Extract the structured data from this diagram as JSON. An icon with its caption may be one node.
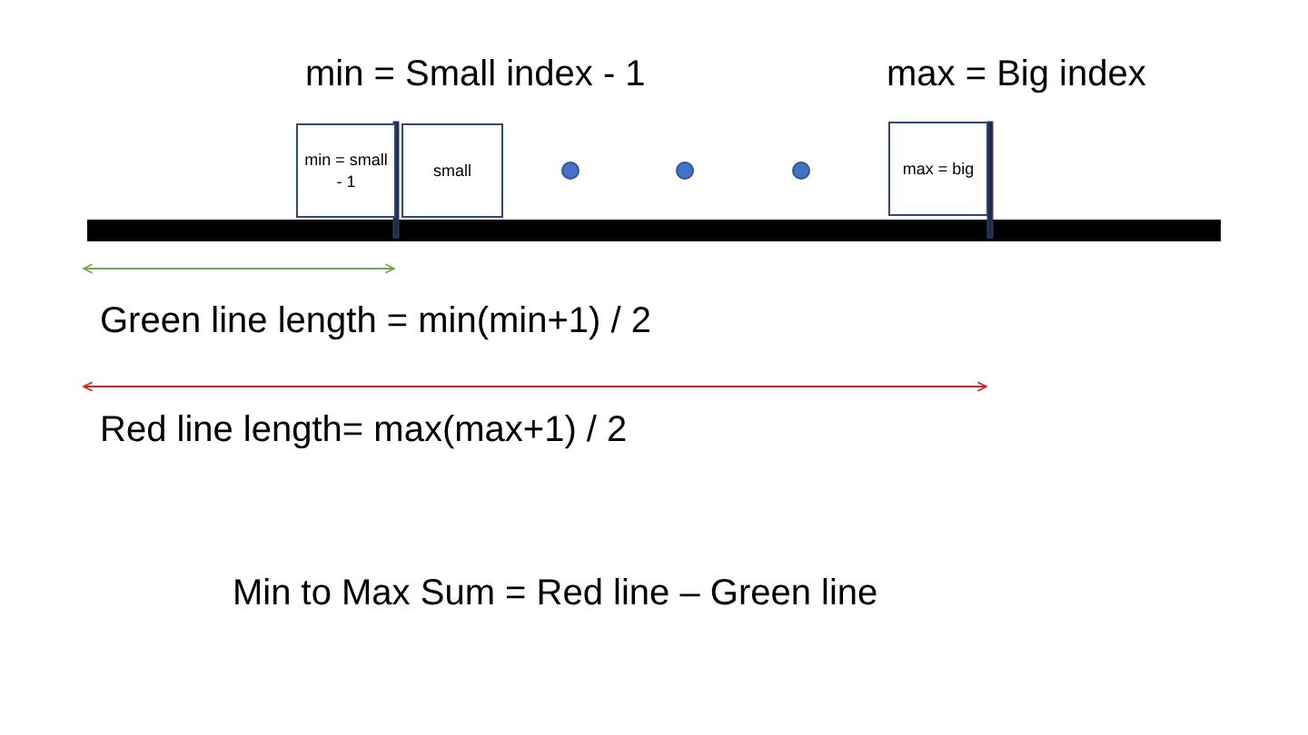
{
  "diagram": {
    "nodes": [
      {
        "text": [
          "min = small - 1"
        ]
      },
      {
        "text": [
          "small"
        ]
      },
      {
        "text": [],
        "shape": "circle"
      },
      {
        "text": [],
        "shape": "circle"
      },
      {
        "text": [],
        "shape": "circle"
      },
      {
        "text": [
          "max = big"
        ]
      }
    ],
    "labels": [
      "min = Small index - 1",
      "max = Big index",
      "Green line length = min(min+1) / 2",
      "Red line length= max(max+1) / 2",
      "Min to Max Sum = Red line – Green line"
    ]
  }
}
